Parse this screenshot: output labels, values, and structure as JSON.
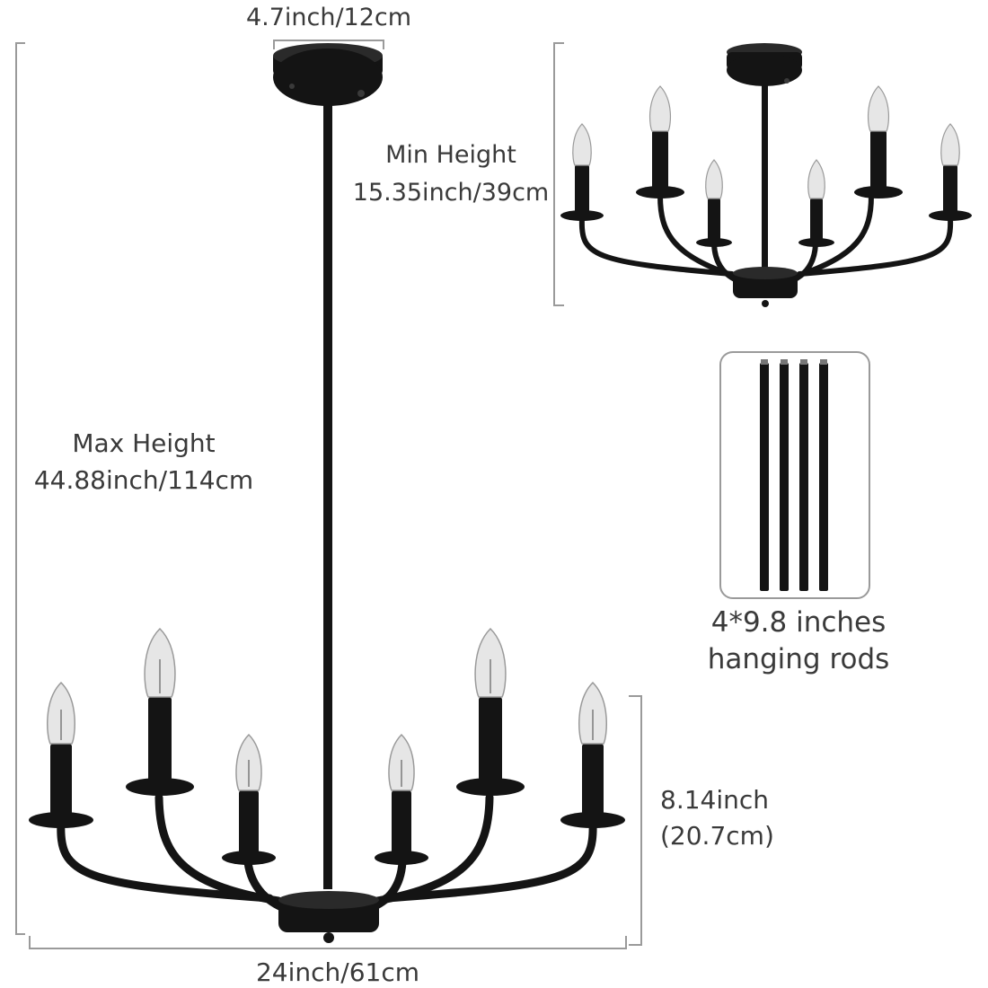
{
  "dimensions": {
    "canopy_width": "4.7inch/12cm",
    "max_height_title": "Max Height",
    "max_height_value": "44.88inch/114cm",
    "min_height_title": "Min Height",
    "min_height_value": "15.35inch/39cm",
    "arm_height_line1": "8.14inch",
    "arm_height_line2": "(20.7cm)",
    "total_width": "24inch/61cm"
  },
  "rods": {
    "count": 4,
    "label_line1": "4*9.8 inches",
    "label_line2": "hanging rods"
  },
  "colors": {
    "fixture": "#141414",
    "dimension_line": "#9a9a9a",
    "text": "#3a3a3a",
    "bulb_glass": "#e6e6e6"
  }
}
